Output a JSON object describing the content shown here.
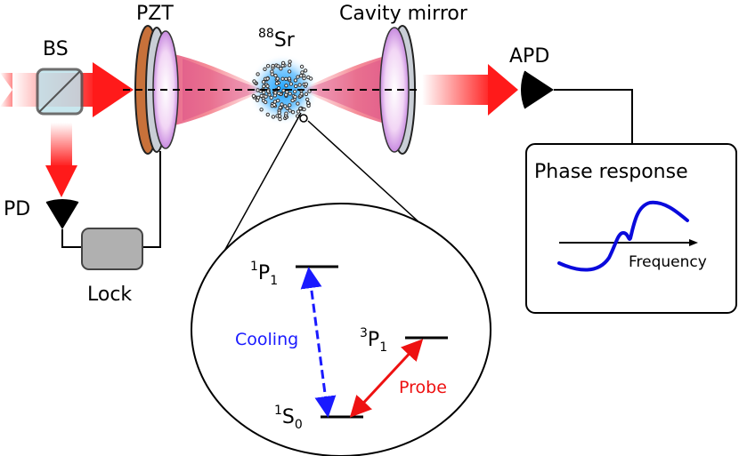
{
  "labels": {
    "bs": "BS",
    "pzt": "PZT",
    "atoms_mass": "88",
    "atoms_element": "Sr",
    "cavity_mirror": "Cavity mirror",
    "apd": "APD",
    "pd": "PD",
    "lock": "Lock",
    "phase_response": "Phase response",
    "frequency": "Frequency"
  },
  "levels": {
    "p1_singlet_sup": "1",
    "p1_singlet_main": "P",
    "p1_singlet_sub": "1",
    "p1_triplet_sup": "3",
    "p1_triplet_main": "P",
    "p1_triplet_sub": "1",
    "s0_sup": "1",
    "s0_main": "S",
    "s0_sub": "0"
  },
  "transitions": {
    "cooling": "Cooling",
    "probe": "Probe"
  },
  "colors": {
    "laser_red": "#ff1a1a",
    "beam_pink": "#f26d7d",
    "pzt_orange": "#c8713a",
    "mirror_grey": "#c9ced6",
    "atom_blue": "#1aa3ff",
    "cooling_blue": "#1a1aff",
    "probe_red": "#ee1111",
    "curve_blue": "#0a0adc",
    "lock_grey": "#b0b0b0",
    "bs_cyan": "#bfe3ec"
  }
}
